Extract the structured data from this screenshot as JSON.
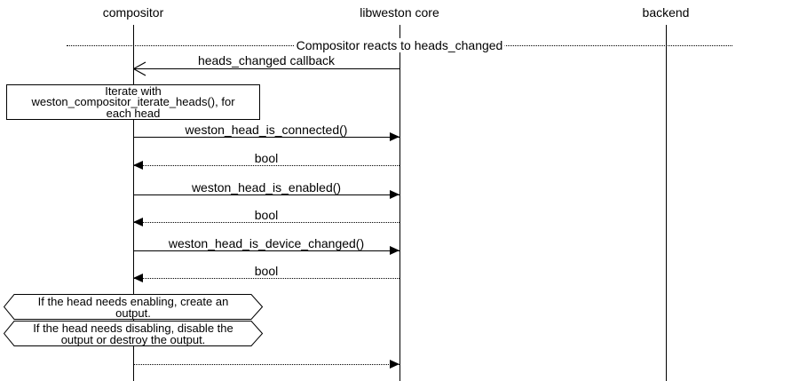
{
  "diagram": {
    "participants": [
      {
        "name": "compositor"
      },
      {
        "name": "libweston core"
      },
      {
        "name": "backend"
      }
    ],
    "divider_label": "Compositor reacts to heads_changed",
    "messages": {
      "callback": "heads_changed callback",
      "is_connected": "weston_head_is_connected()",
      "is_connected_return": "bool",
      "is_enabled": "weston_head_is_enabled()",
      "is_enabled_return": "bool",
      "is_device_changed": "weston_head_is_device_changed()",
      "is_device_changed_return": "bool"
    },
    "note_lines": [
      "Iterate with",
      "weston_compositor_iterate_heads(), for",
      "each head"
    ],
    "condition_1_lines": [
      "If the head needs enabling, create an",
      "output."
    ],
    "condition_2_lines": [
      "If the head needs disabling, disable the",
      "output or destroy the output."
    ],
    "colors": {
      "line": "#000000",
      "background": "#ffffff"
    }
  }
}
